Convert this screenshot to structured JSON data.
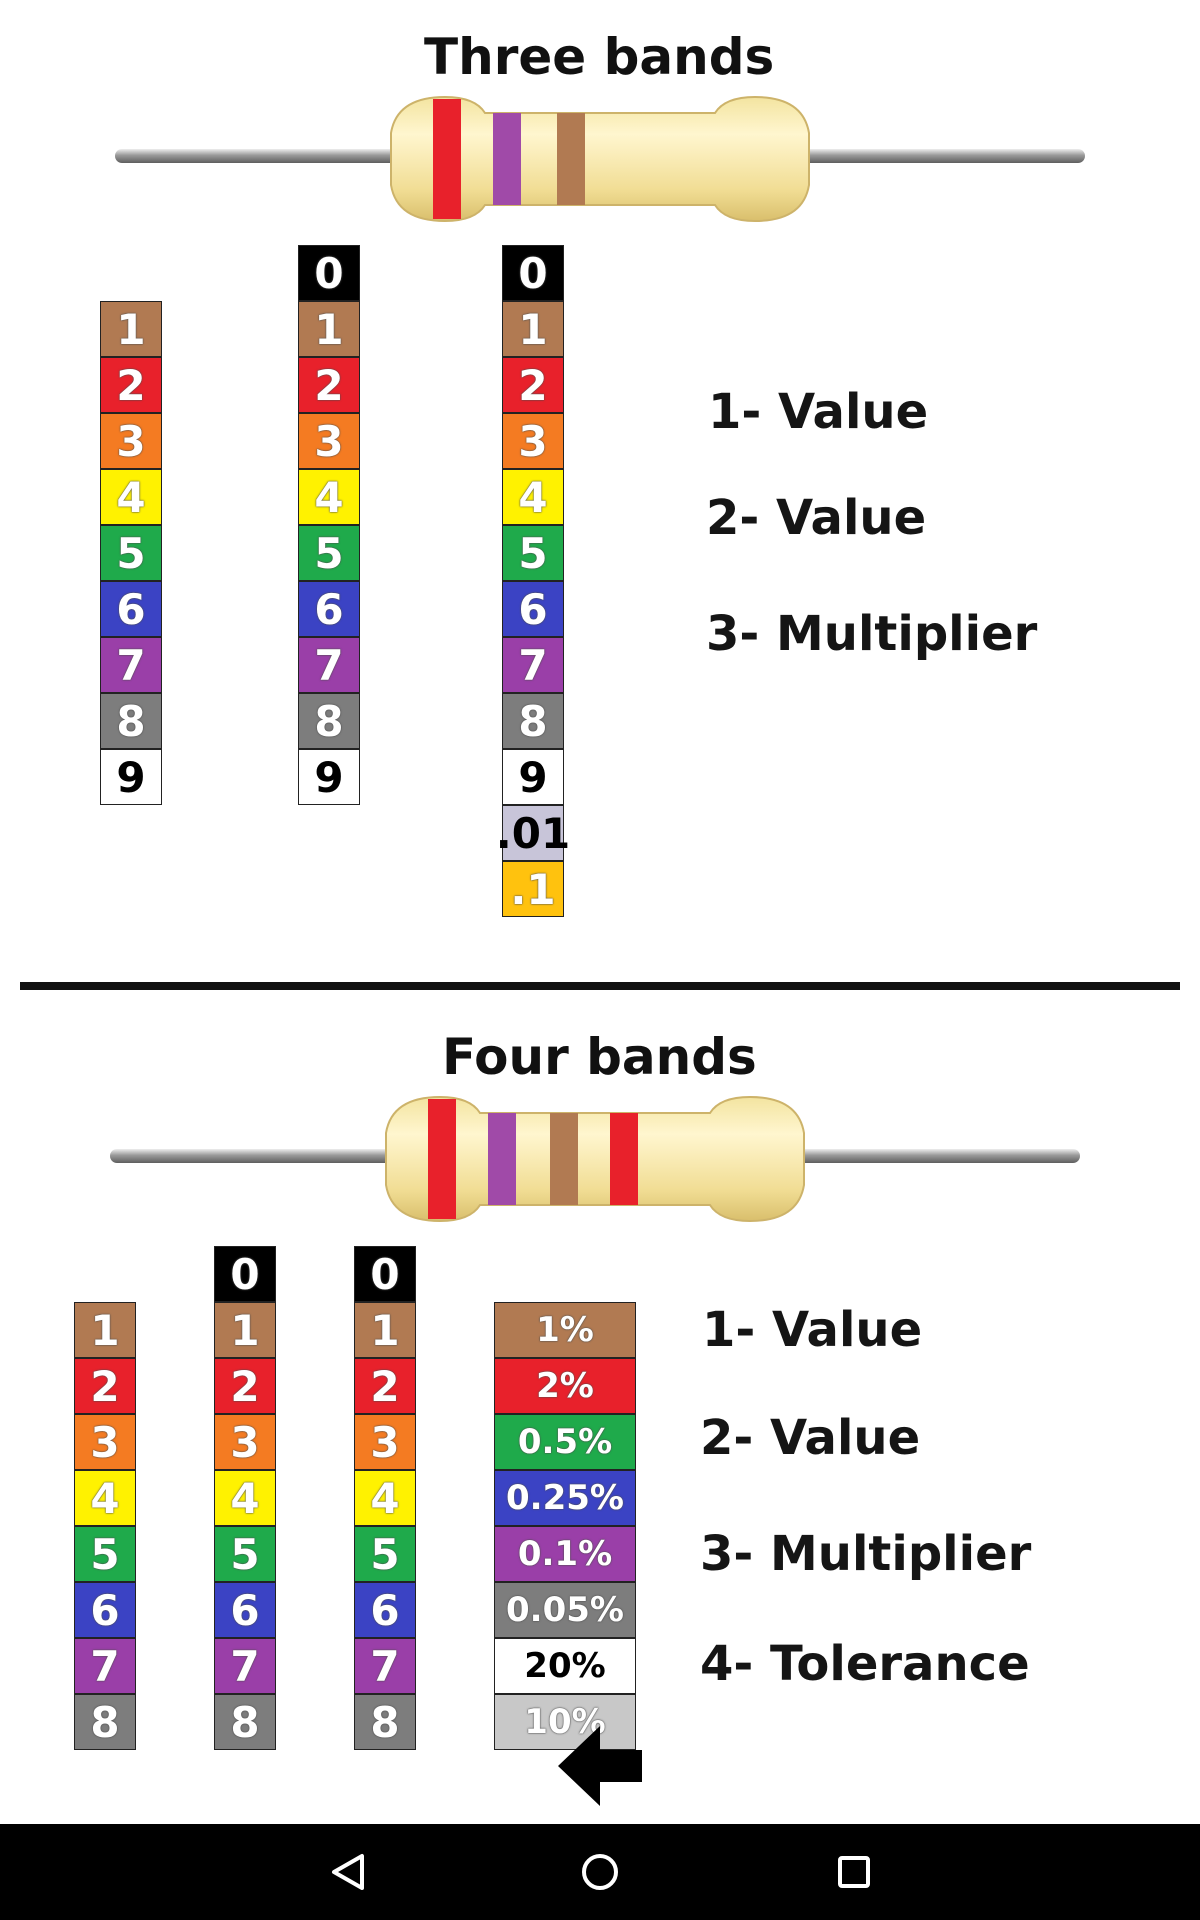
{
  "three_bands": {
    "title": "Three bands",
    "resistor_band_colors": [
      "#e8212b",
      "#a04aa8",
      "#b17a52"
    ],
    "labels": [
      "1- Value",
      "2-  Value",
      "3- Multiplier"
    ],
    "columns": [
      [
        {
          "text": "1",
          "bg": "#b17a52",
          "fg": "#ffffff"
        },
        {
          "text": "2",
          "bg": "#e8212b",
          "fg": "#ffffff"
        },
        {
          "text": "3",
          "bg": "#f47b22",
          "fg": "#ffffff"
        },
        {
          "text": "4",
          "bg": "#fff200",
          "fg": "#ffffff"
        },
        {
          "text": "5",
          "bg": "#1faa4b",
          "fg": "#ffffff"
        },
        {
          "text": "6",
          "bg": "#3b43c4",
          "fg": "#ffffff"
        },
        {
          "text": "7",
          "bg": "#9a3fa8",
          "fg": "#ffffff"
        },
        {
          "text": "8",
          "bg": "#7d7d7d",
          "fg": "#ffffff"
        },
        {
          "text": "9",
          "bg": "#ffffff",
          "fg": "#000000"
        }
      ],
      [
        {
          "text": "0",
          "bg": "#000000",
          "fg": "#ffffff"
        },
        {
          "text": "1",
          "bg": "#b17a52",
          "fg": "#ffffff"
        },
        {
          "text": "2",
          "bg": "#e8212b",
          "fg": "#ffffff"
        },
        {
          "text": "3",
          "bg": "#f47b22",
          "fg": "#ffffff"
        },
        {
          "text": "4",
          "bg": "#fff200",
          "fg": "#ffffff"
        },
        {
          "text": "5",
          "bg": "#1faa4b",
          "fg": "#ffffff"
        },
        {
          "text": "6",
          "bg": "#3b43c4",
          "fg": "#ffffff"
        },
        {
          "text": "7",
          "bg": "#9a3fa8",
          "fg": "#ffffff"
        },
        {
          "text": "8",
          "bg": "#7d7d7d",
          "fg": "#ffffff"
        },
        {
          "text": "9",
          "bg": "#ffffff",
          "fg": "#000000"
        }
      ],
      [
        {
          "text": "0",
          "bg": "#000000",
          "fg": "#ffffff"
        },
        {
          "text": "1",
          "bg": "#b17a52",
          "fg": "#ffffff"
        },
        {
          "text": "2",
          "bg": "#e8212b",
          "fg": "#ffffff"
        },
        {
          "text": "3",
          "bg": "#f47b22",
          "fg": "#ffffff"
        },
        {
          "text": "4",
          "bg": "#fff200",
          "fg": "#ffffff"
        },
        {
          "text": "5",
          "bg": "#1faa4b",
          "fg": "#ffffff"
        },
        {
          "text": "6",
          "bg": "#3b43c4",
          "fg": "#ffffff"
        },
        {
          "text": "7",
          "bg": "#9a3fa8",
          "fg": "#ffffff"
        },
        {
          "text": "8",
          "bg": "#7d7d7d",
          "fg": "#ffffff"
        },
        {
          "text": "9",
          "bg": "#ffffff",
          "fg": "#000000"
        },
        {
          "text": ".01",
          "bg": "#c8c5d9",
          "fg": "#000000"
        },
        {
          "text": ".1",
          "bg": "#ffc20e",
          "fg": "#ffffff"
        }
      ]
    ]
  },
  "four_bands": {
    "title": "Four bands",
    "resistor_band_colors": [
      "#e8212b",
      "#a04aa8",
      "#b17a52",
      "#e8212b"
    ],
    "labels": [
      "1- Value",
      "2-  Value",
      "3- Multiplier",
      "4- Tolerance"
    ],
    "columns": [
      [
        {
          "text": "1",
          "bg": "#b17a52",
          "fg": "#ffffff"
        },
        {
          "text": "2",
          "bg": "#e8212b",
          "fg": "#ffffff"
        },
        {
          "text": "3",
          "bg": "#f47b22",
          "fg": "#ffffff"
        },
        {
          "text": "4",
          "bg": "#fff200",
          "fg": "#ffffff"
        },
        {
          "text": "5",
          "bg": "#1faa4b",
          "fg": "#ffffff"
        },
        {
          "text": "6",
          "bg": "#3b43c4",
          "fg": "#ffffff"
        },
        {
          "text": "7",
          "bg": "#9a3fa8",
          "fg": "#ffffff"
        },
        {
          "text": "8",
          "bg": "#7d7d7d",
          "fg": "#ffffff"
        }
      ],
      [
        {
          "text": "0",
          "bg": "#000000",
          "fg": "#ffffff"
        },
        {
          "text": "1",
          "bg": "#b17a52",
          "fg": "#ffffff"
        },
        {
          "text": "2",
          "bg": "#e8212b",
          "fg": "#ffffff"
        },
        {
          "text": "3",
          "bg": "#f47b22",
          "fg": "#ffffff"
        },
        {
          "text": "4",
          "bg": "#fff200",
          "fg": "#ffffff"
        },
        {
          "text": "5",
          "bg": "#1faa4b",
          "fg": "#ffffff"
        },
        {
          "text": "6",
          "bg": "#3b43c4",
          "fg": "#ffffff"
        },
        {
          "text": "7",
          "bg": "#9a3fa8",
          "fg": "#ffffff"
        },
        {
          "text": "8",
          "bg": "#7d7d7d",
          "fg": "#ffffff"
        }
      ],
      [
        {
          "text": "0",
          "bg": "#000000",
          "fg": "#ffffff"
        },
        {
          "text": "1",
          "bg": "#b17a52",
          "fg": "#ffffff"
        },
        {
          "text": "2",
          "bg": "#e8212b",
          "fg": "#ffffff"
        },
        {
          "text": "3",
          "bg": "#f47b22",
          "fg": "#ffffff"
        },
        {
          "text": "4",
          "bg": "#fff200",
          "fg": "#ffffff"
        },
        {
          "text": "5",
          "bg": "#1faa4b",
          "fg": "#ffffff"
        },
        {
          "text": "6",
          "bg": "#3b43c4",
          "fg": "#ffffff"
        },
        {
          "text": "7",
          "bg": "#9a3fa8",
          "fg": "#ffffff"
        },
        {
          "text": "8",
          "bg": "#7d7d7d",
          "fg": "#ffffff"
        }
      ]
    ],
    "tolerance": [
      {
        "text": "1%",
        "bg": "#b17a52",
        "fg": "#ffffff"
      },
      {
        "text": "2%",
        "bg": "#e8212b",
        "fg": "#ffffff"
      },
      {
        "text": "0.5%",
        "bg": "#1faa4b",
        "fg": "#ffffff"
      },
      {
        "text": "0.25%",
        "bg": "#3b43c4",
        "fg": "#ffffff"
      },
      {
        "text": "0.1%",
        "bg": "#9a3fa8",
        "fg": "#ffffff"
      },
      {
        "text": "0.05%",
        "bg": "#7d7d7d",
        "fg": "#ffffff"
      },
      {
        "text": "20%",
        "bg": "#ffffff",
        "fg": "#000000"
      },
      {
        "text": "10%",
        "bg": "#c8c8c8",
        "fg": "#ffffff"
      }
    ]
  },
  "nav": {
    "back_arrow_icon": "back-arrow-icon",
    "system_buttons": [
      "back-triangle-icon",
      "home-circle-icon",
      "recents-square-icon"
    ]
  }
}
